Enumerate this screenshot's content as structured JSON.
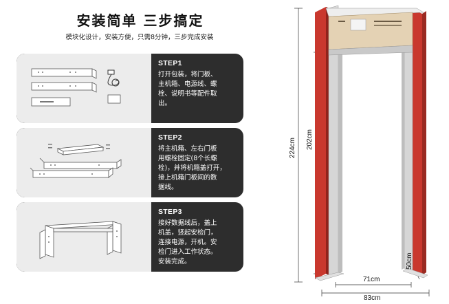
{
  "header": {
    "title": "安装简单 三步搞定",
    "subtitle": "模块化设计，安装方便，只需8分钟，三步完成安装"
  },
  "steps": [
    {
      "head": "STEP1",
      "lines": [
        "打开包装，将门板、",
        "主机箱、电源线、螺",
        "栓、说明书等配件取",
        "出。"
      ]
    },
    {
      "head": "STEP2",
      "lines": [
        "将主机箱、左右门板",
        "用螺栓固定(8个长螺",
        "栓)，并将机箱盖打开，",
        "接上机箱门板间的数",
        "据线。"
      ]
    },
    {
      "head": "STEP3",
      "lines": [
        "接好数据线后，盖上",
        "机盖，竖起安检门，",
        "连接电源，开机。安",
        "检门进入工作状态。",
        "安装完成。"
      ]
    }
  ],
  "dimensions": {
    "height_total": "224cm",
    "height_inner": "202cm",
    "depth": "50cm",
    "width_inner": "71cm",
    "width_total": "83cm"
  },
  "colors": {
    "step_bg": "#2d2d2d",
    "illus_bg": "#ececec",
    "frame_red": "#c9382e",
    "frame_gray": "#d6d6d6",
    "header_gold": "#e4d2b4"
  }
}
